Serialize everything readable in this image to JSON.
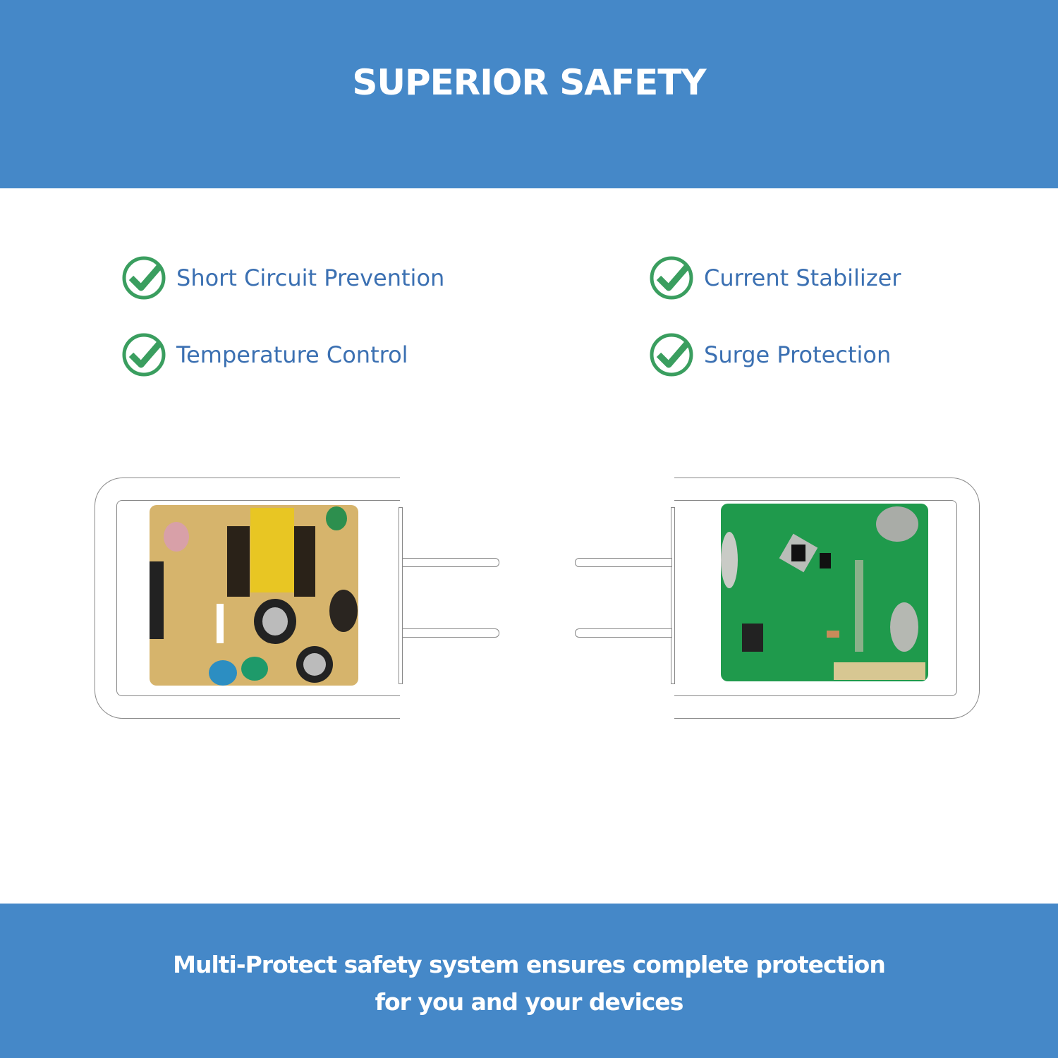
{
  "header": {
    "title": "SUPERIOR SAFETY"
  },
  "features": [
    {
      "label": "Short Circuit Prevention",
      "icon": "check-circle-icon"
    },
    {
      "label": "Current Stabilizer",
      "icon": "check-circle-icon"
    },
    {
      "label": "Temperature Control",
      "icon": "check-circle-icon"
    },
    {
      "label": "Surge Protection",
      "icon": "check-circle-icon"
    }
  ],
  "footer": {
    "line1": "Multi-Protect safety system ensures complete protection",
    "line2": "for you and your devices"
  },
  "colors": {
    "brand_blue": "#4588c8",
    "text_blue": "#3b70b2",
    "check_green": "#3a9e5f"
  }
}
